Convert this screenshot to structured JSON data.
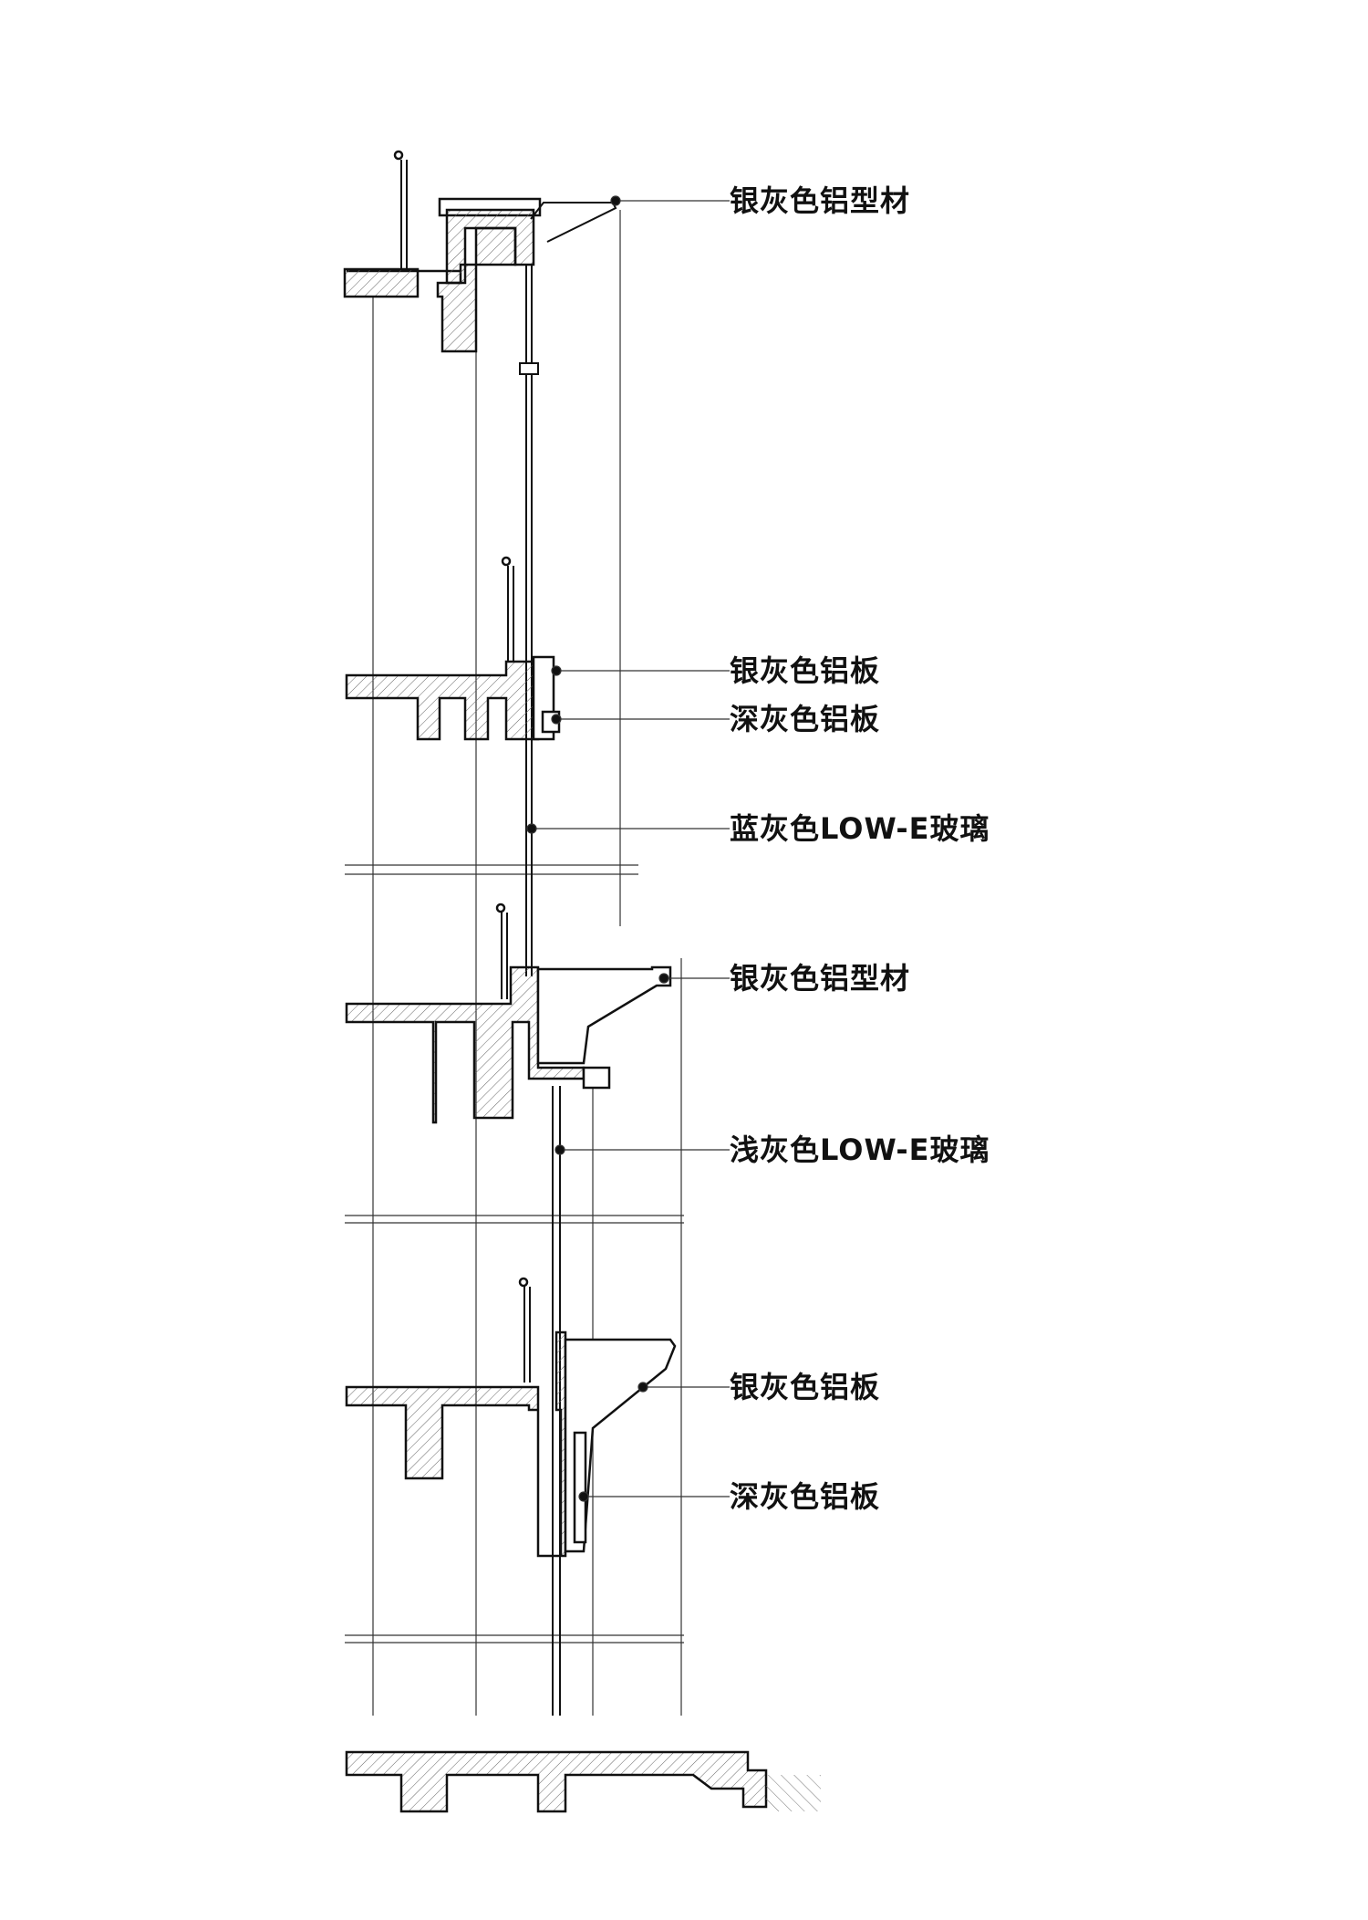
{
  "labels": [
    {
      "text": "银灰色铝型材"
    },
    {
      "text": "银灰色铝板"
    },
    {
      "text": "深灰色铝板"
    },
    {
      "text": "蓝灰色LOW-E玻璃"
    },
    {
      "text": "银灰色铝型材"
    },
    {
      "text": "浅灰色LOW-E玻璃"
    },
    {
      "text": "银灰色铝板"
    },
    {
      "text": "深灰色铝板"
    }
  ],
  "colors": {
    "line": "#111111",
    "hatch": "#555555",
    "background": "#ffffff"
  }
}
